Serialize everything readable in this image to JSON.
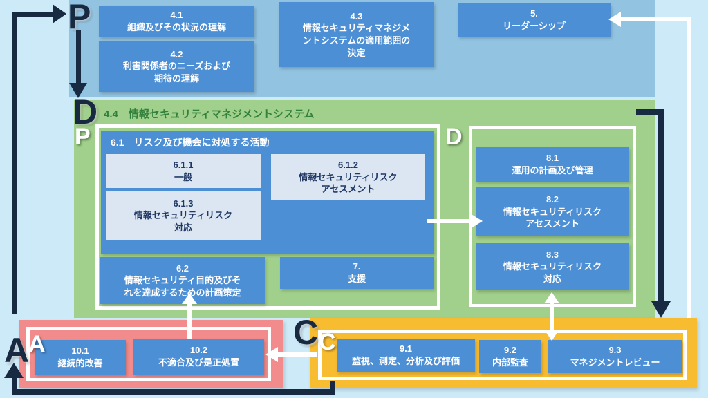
{
  "colors": {
    "background": "#cdeaf8",
    "plan_band_blue": "#92c4e2",
    "box_blue": "#4d8fd4",
    "light_box": "#dce6f3",
    "isms_green": "#a0d08b",
    "isms_title_green": "#31803c",
    "act_pink": "#f28c8c",
    "check_yellow": "#f8bc31",
    "arrow_navy": "#172a42",
    "light_box_text": "#1f3864",
    "white": "#ffffff"
  },
  "letters": {
    "outer": {
      "plan": "P",
      "do": "D",
      "act": "A",
      "check": "C"
    },
    "inner": {
      "plan": "P",
      "do": "D",
      "act": "A",
      "check": "C"
    }
  },
  "plan_band": {
    "box_4_1": {
      "num": "4.1",
      "label": "組織及びその状況の理解"
    },
    "box_4_2": {
      "num": "4.2",
      "label": "利害関係者のニーズおよび\n期待の理解"
    },
    "box_4_3": {
      "num": "4.3",
      "label": "情報セキュリティマネジメ\nントシステムの適用範囲の\n決定"
    },
    "box_5": {
      "num": "5.",
      "label": "リーダーシップ"
    }
  },
  "isms_area": {
    "title": "4.4　情報セキュリティマネジメントシステム",
    "plan_group": {
      "header": "6.1　リスク及び機会に対処する活動",
      "box_6_1_1": {
        "num": "6.1.1",
        "label": "一般"
      },
      "box_6_1_2": {
        "num": "6.1.2",
        "label": "情報セキュリティリスク\nアセスメント"
      },
      "box_6_1_3": {
        "num": "6.1.3",
        "label": "情報セキュリティリスク\n対応"
      },
      "box_6_2": {
        "num": "6.2",
        "label": "情報セキュリティ目的及びそ\nれを達成するための計画策定"
      },
      "box_7": {
        "num": "7.",
        "label": "支援"
      }
    },
    "do_group": {
      "box_8_1": {
        "num": "8.1",
        "label": "運用の計画及び管理"
      },
      "box_8_2": {
        "num": "8.2",
        "label": "情報セキュリティリスク\nアセスメント"
      },
      "box_8_3": {
        "num": "8.3",
        "label": "情報セキュリティリスク\n対応"
      }
    }
  },
  "check_area": {
    "box_9_1": {
      "num": "9.1",
      "label": "監視、測定、分析及び評価"
    },
    "box_9_2": {
      "num": "9.2",
      "label": "内部監査"
    },
    "box_9_3": {
      "num": "9.3",
      "label": "マネジメントレビュー"
    }
  },
  "act_area": {
    "box_10_1": {
      "num": "10.1",
      "label": "継続的改善"
    },
    "box_10_2": {
      "num": "10.2",
      "label": "不適合及び是正処置"
    }
  }
}
